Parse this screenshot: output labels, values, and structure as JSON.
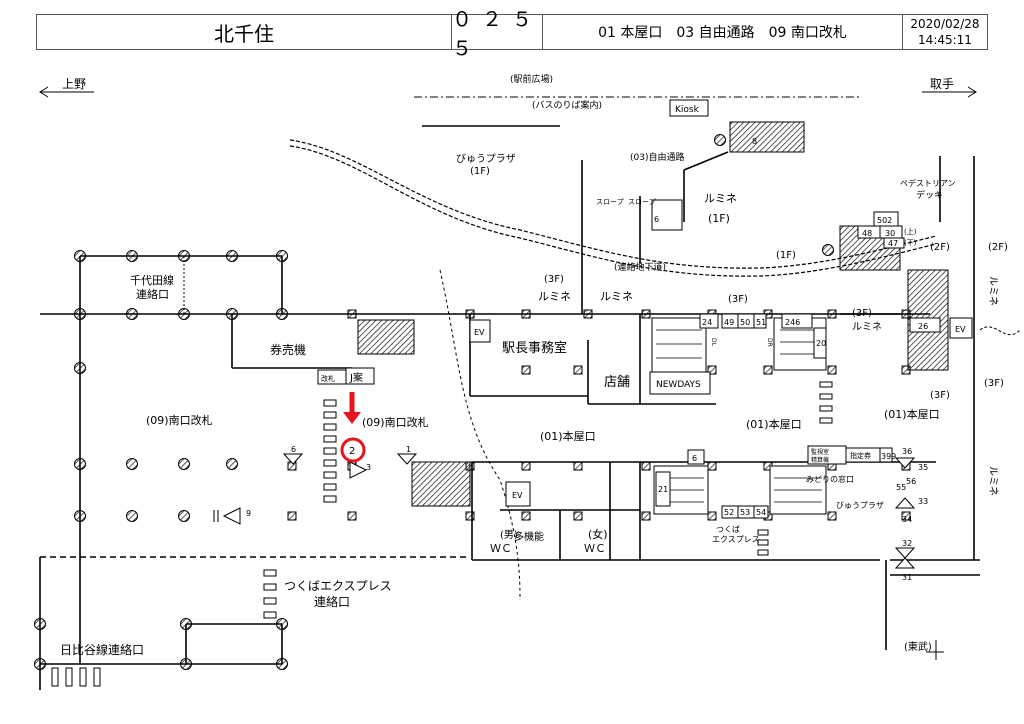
{
  "header": {
    "station": "北千住",
    "code": "０２５５",
    "exits": "01 本屋口　03 自由通路　09 南口改札",
    "date": "2020/02/28",
    "time": "14:45:11"
  },
  "directions": {
    "left": "上野",
    "right": "取手",
    "tobu": "(東武)"
  },
  "labels": {
    "ekimae": "(駅前広場)",
    "bus": "(バスのりば案内)",
    "kiosk": "Kiosk",
    "jiyu": "(03)自由通路",
    "slope1": "スロープ",
    "slope2": "スロープ",
    "viewplaza": "びゅうプラザ",
    "f1": "(1F)",
    "f2": "(2F)",
    "f3": "(3F)",
    "lumine": "ルミネ",
    "pedestrian": "ペデストリアン",
    "deck": "デッキ",
    "chiyoda1": "千代田線",
    "chiyoda2": "連絡口",
    "renraku_chika": "(連絡地下道)",
    "ticket_machines": "券売機",
    "kaisatsu": "改札",
    "j_info": "J案",
    "minami_left": "(09)南口改札",
    "minami_center": "(09)南口改札",
    "ekichou": "駅長事務室",
    "tenpo": "店舗",
    "newdays": "NEWDAYS",
    "honya1": "(01)本屋口",
    "honya2": "(01)本屋口",
    "honya3": "(01)本屋口",
    "ev": "EV",
    "otoko": "(男)",
    "onna": "(女)",
    "wc": "ＷＣ",
    "takinou": "多機能",
    "tsukuba_small": "つくば",
    "express_small": "エクスプレス",
    "tsukuba": "つくばエクスプレス",
    "tsukuba_renraku": "連絡口",
    "hibiya": "日比谷線連絡口",
    "seisan": "監視室",
    "seisanki": "精算機",
    "shiteiken": "指定券",
    "midori": "みどりの窓口",
    "up": "(上)",
    "down": "(下)",
    "dl": "DL",
    "dr": "DR"
  },
  "markers": {
    "current": "2",
    "current_side": "3",
    "m1": "1",
    "m6": "6",
    "m8": "8",
    "m9": "9",
    "m20": "20",
    "m21": "21",
    "m24": "24",
    "m26": "26",
    "m30": "30",
    "m31": "31",
    "m32": "32",
    "m33": "33",
    "m34": "34",
    "m35": "35",
    "m36": "36",
    "m47": "47",
    "m48": "48",
    "m49": "49",
    "m50": "50",
    "m51": "51",
    "m52": "52",
    "m53": "53",
    "m54": "54",
    "m55": "55",
    "m56": "56",
    "m246": "246",
    "m399": "399",
    "m502": "502"
  },
  "colors": {
    "highlight": "#e8141b",
    "line": "#000000"
  }
}
